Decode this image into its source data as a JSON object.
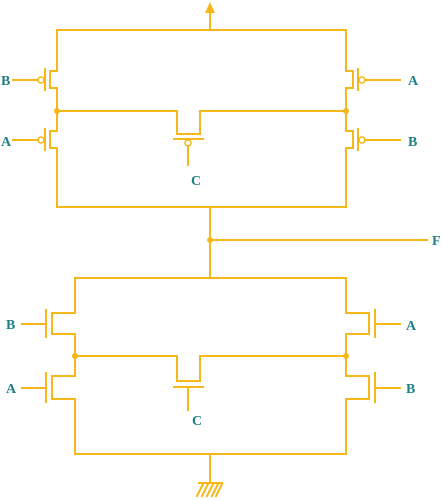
{
  "colors": {
    "wire": "#F5B719",
    "label": "#1E7F86",
    "background": "#ffffff"
  },
  "diagram": {
    "output_label": "F",
    "top_network": {
      "left_top_gate": "B",
      "left_bottom_gate": "A",
      "right_top_gate": "A",
      "right_bottom_gate": "B",
      "center_gate": "C"
    },
    "bottom_network": {
      "left_top_gate": "B",
      "left_bottom_gate": "A",
      "right_top_gate": "A",
      "right_bottom_gate": "B",
      "center_gate": "C"
    }
  }
}
